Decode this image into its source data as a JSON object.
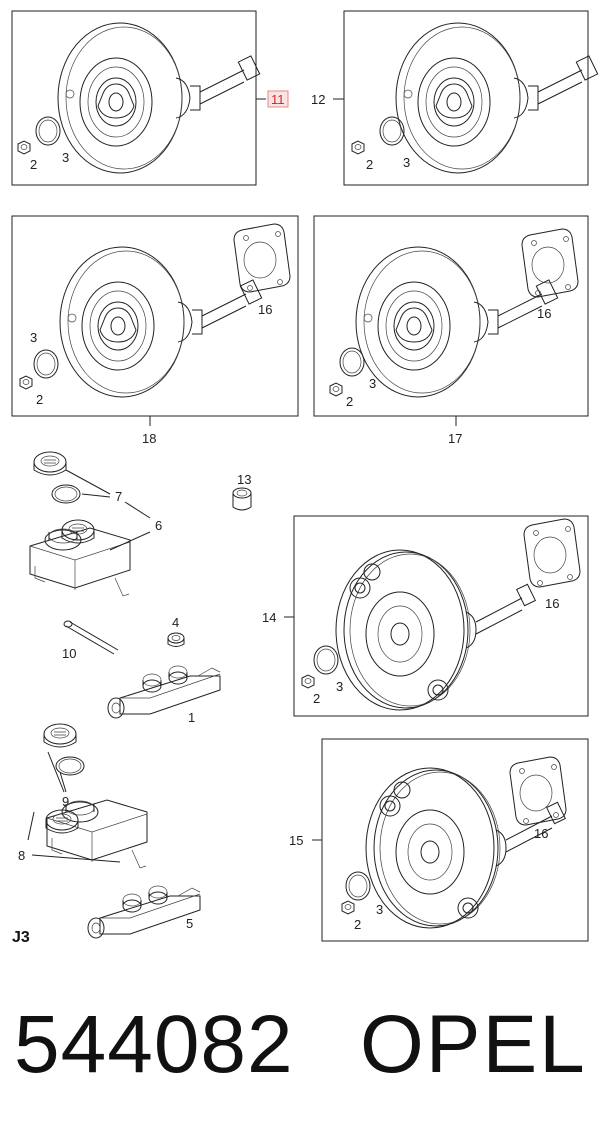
{
  "diagram": {
    "group_code": "J3",
    "callouts": {
      "box11": "11",
      "box12": "12",
      "box18": "18",
      "box17": "17",
      "box14": "14",
      "box15": "15",
      "nut": "2",
      "seal": "3",
      "gasket": "16",
      "cap_upper": "7",
      "reservoir_upper": "6",
      "grommet": "13",
      "pin": "10",
      "bushing": "4",
      "master_cyl_upper": "1",
      "cap_lower": "9",
      "reservoir_lower": "8",
      "master_cyl_lower": "5"
    }
  },
  "footer": {
    "part_number": "544082",
    "brand": "OPEL"
  }
}
